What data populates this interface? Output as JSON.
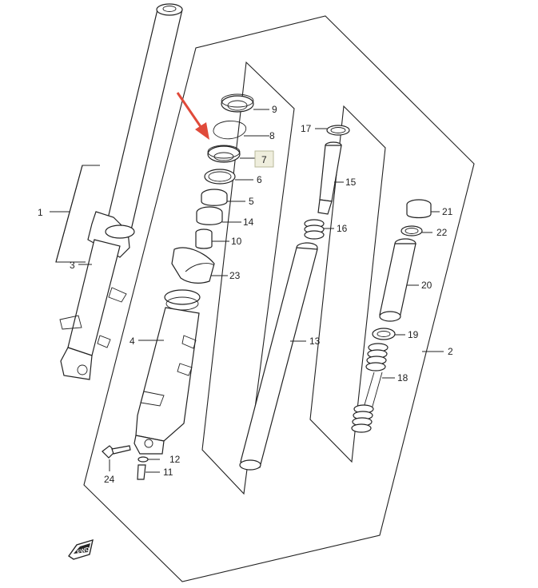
{
  "diagram": {
    "parts": {
      "p1": "1",
      "p2": "2",
      "p3": "3",
      "p4": "4",
      "p5": "5",
      "p6": "6",
      "p7": "7",
      "p8": "8",
      "p9": "9",
      "p10": "10",
      "p11": "11",
      "p12": "12",
      "p13": "13",
      "p14": "14",
      "p15": "15",
      "p16": "16",
      "p17": "17",
      "p18": "18",
      "p19": "19",
      "p20": "20",
      "p21": "21",
      "p22": "22",
      "p23": "23",
      "p24": "24"
    },
    "highlighted_part": "7",
    "fwd_badge": "FWD",
    "colors": {
      "line": "#222222",
      "highlight_fill": "#efeedd",
      "arrow": "#e04a3a"
    }
  }
}
